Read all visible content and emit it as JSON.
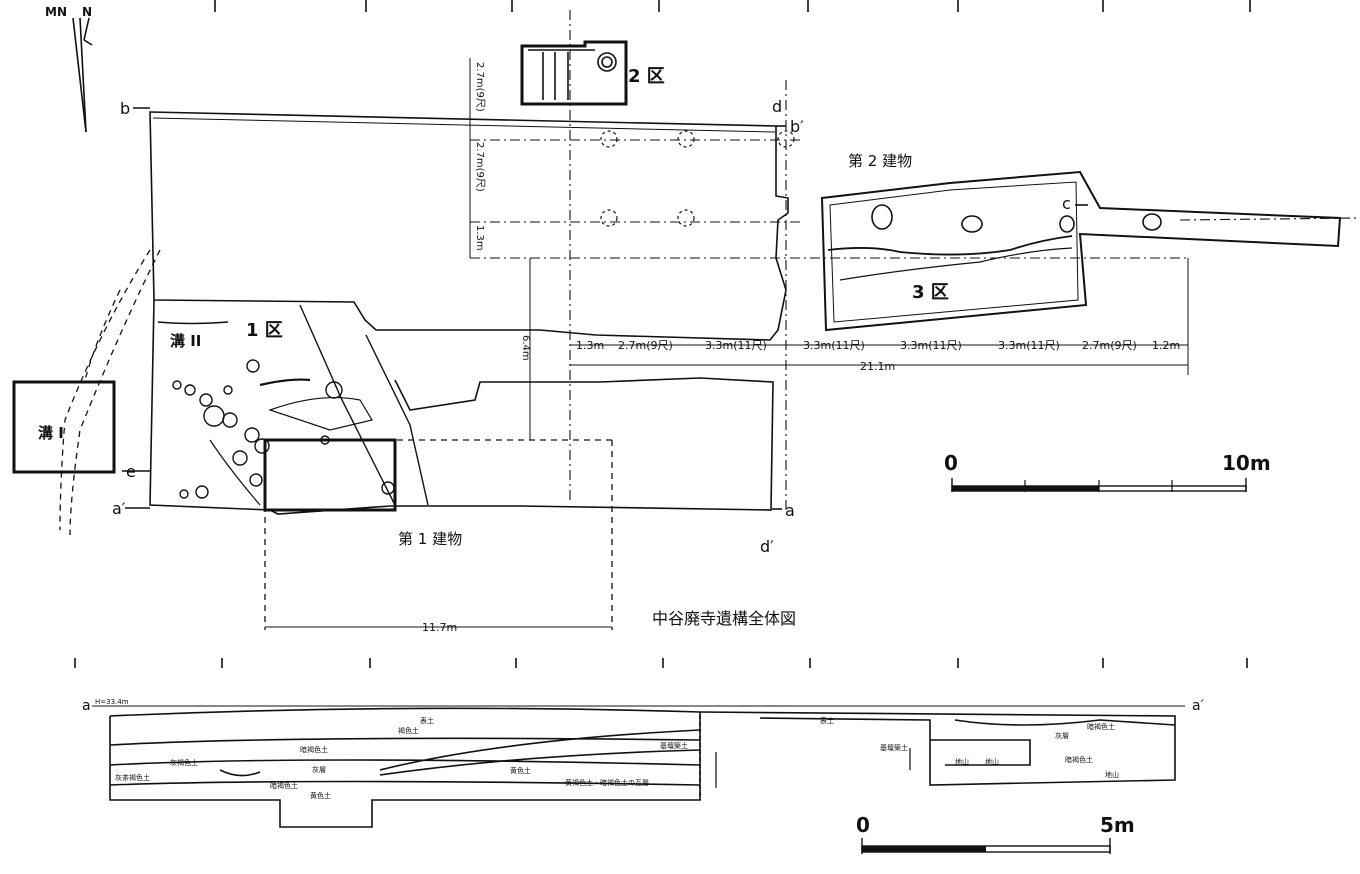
{
  "title": "中谷廃寺遺構全体図",
  "north": {
    "mn": "MN",
    "n": "N"
  },
  "areas": {
    "area1": "1 区",
    "area2": "2 区",
    "area3": "3 区"
  },
  "buildings": {
    "b1": "第 1 建物",
    "b2": "第 2 建物"
  },
  "ditches": {
    "d1": "溝 I",
    "d2": "溝 II"
  },
  "section_marks": {
    "a": "a",
    "a_prime": "a′",
    "b": "b",
    "b_prime": "b′",
    "c": "c",
    "d": "d",
    "d_prime": "d′",
    "e": "e"
  },
  "dimensions": {
    "vertical": [
      "2.7m(9尺)",
      "2.7m(9尺)",
      "1.3m"
    ],
    "height_64": "6.4m",
    "spans": [
      "1.3m",
      "2.7m(9尺)",
      "3.3m(11尺)",
      "3.3m(11尺)",
      "3.3m(11尺)",
      "3.3m(11尺)",
      "2.7m(9尺)",
      "1.2m"
    ],
    "total_211": "21.1m",
    "total_117": "11.7m"
  },
  "scale_plan": {
    "zero": "0",
    "max": "10m"
  },
  "scale_section": {
    "zero": "0",
    "max": "5m"
  },
  "section": {
    "elevation": "H=33.4m",
    "layers": [
      "表土",
      "褐色土",
      "暗褐色土",
      "灰褐色土",
      "灰茶褐色土",
      "暗褐色土",
      "灰層",
      "黄色土",
      "黄褐色土・暗褐色土の互層",
      "黄色土",
      "基壇築土",
      "表土",
      "基壇築土",
      "地山",
      "地山",
      "灰層",
      "暗褐色土",
      "暗褐色土",
      "地山"
    ]
  }
}
